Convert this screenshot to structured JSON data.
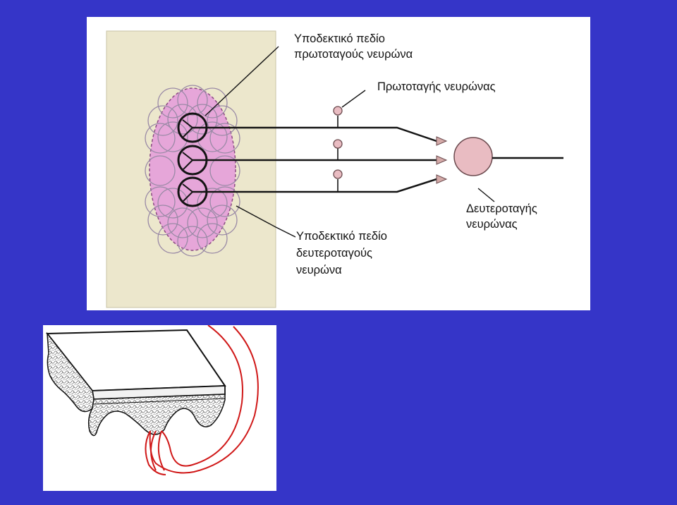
{
  "top_diagram": {
    "label_primary_field": [
      "Υποδεκτικό πεδίο",
      "πρωτοταγούς νευρώνα"
    ],
    "label_primary_neuron": "Πρωτοταγής νευρώνας",
    "label_secondary_neuron": [
      "Δευτεροταγής",
      "νευρώνας"
    ],
    "label_secondary_field": [
      "Υποδεκτικό πεδίο",
      "δευτεροταγούς",
      "νευρώνα"
    ]
  },
  "colors": {
    "background": "#3535c8",
    "skin_patch": "#ece7cc",
    "field_fill": "#e6a6d9",
    "neuron_body": "#e9bcc2",
    "nerve_fiber": "#d01818"
  }
}
